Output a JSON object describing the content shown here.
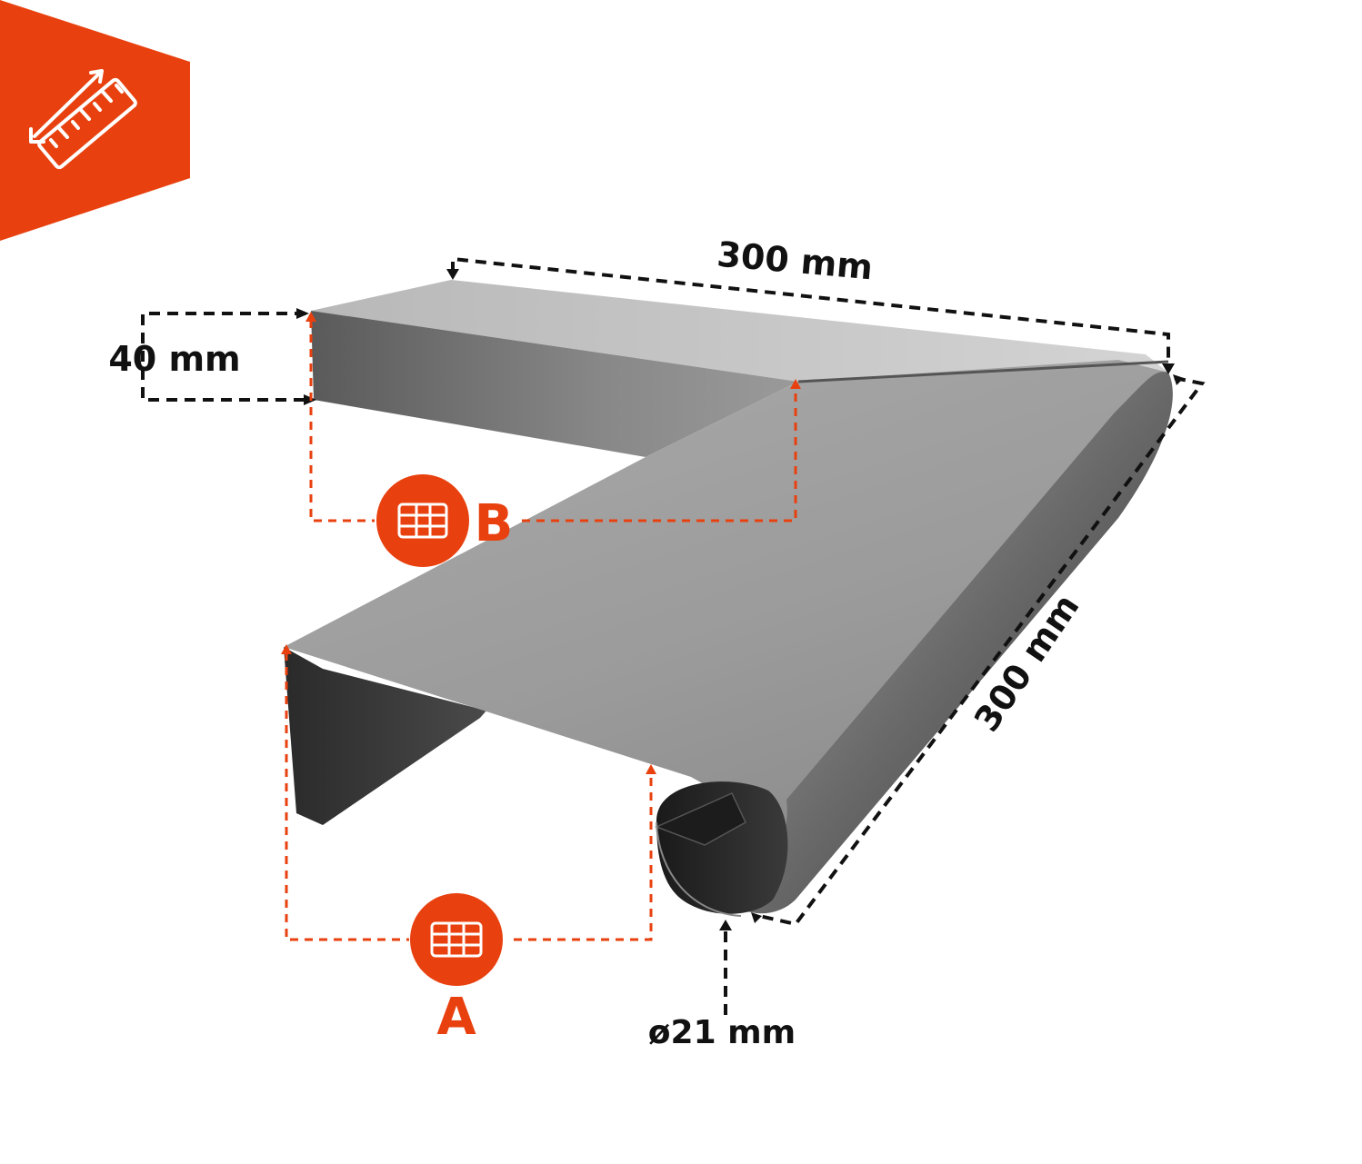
{
  "colors": {
    "accent": "#e8410f",
    "dim_line": "#111111",
    "metal_light": "#c4c4c4",
    "metal_mid": "#9a9a9a",
    "metal_dark": "#3a3a3a"
  },
  "badge": {
    "icon": "ruler-measure-icon"
  },
  "dimensions": {
    "top_length": "300 mm",
    "side_length": "300 mm",
    "height": "40 mm",
    "diameter": "ø21 mm"
  },
  "markers": {
    "a": {
      "letter": "A",
      "icon": "panel-grid-icon"
    },
    "b": {
      "letter": "B",
      "icon": "panel-grid-icon"
    }
  }
}
